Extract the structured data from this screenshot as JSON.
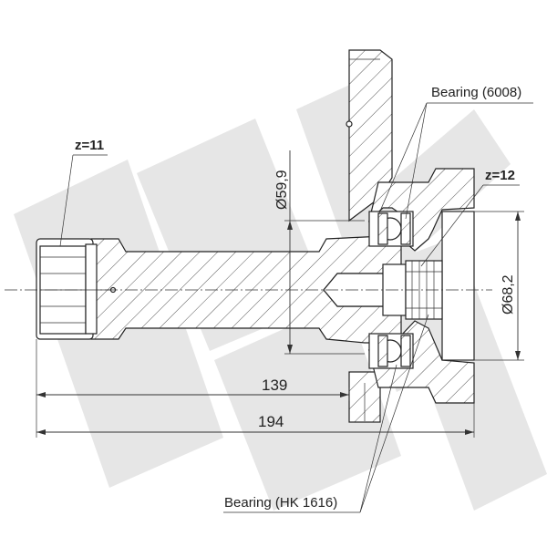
{
  "labels": {
    "bearing_top": "Bearing (6008)",
    "bearing_bottom": "Bearing (HK 1616)",
    "z_left": "z=11",
    "z_right": "z=12",
    "dim_139": "139",
    "dim_194": "194",
    "dim_dia_59": "Ø59,9",
    "dim_dia_68": "Ø68,2"
  },
  "colors": {
    "line": "#222222",
    "watermark": "#e6e6e6"
  }
}
